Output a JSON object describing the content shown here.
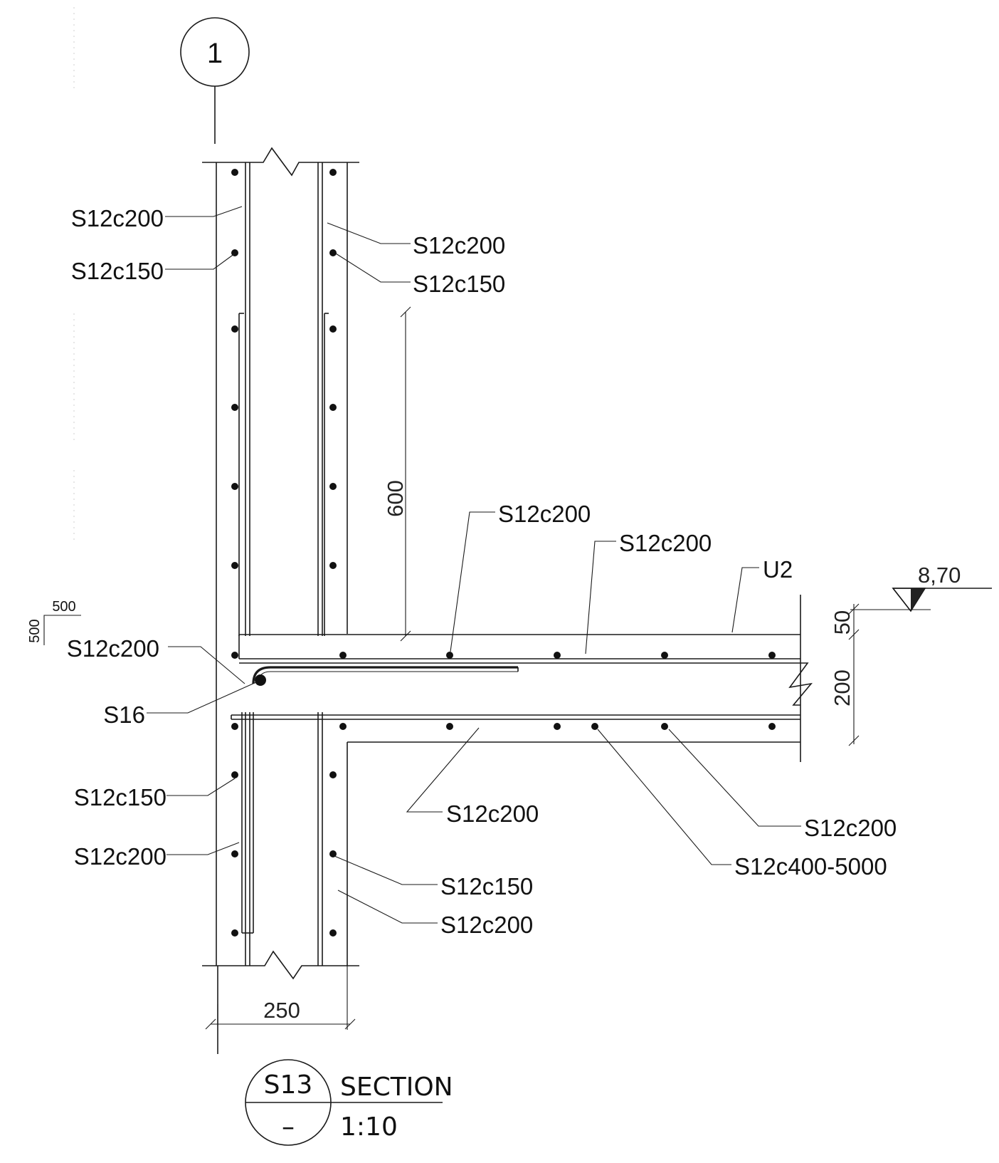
{
  "grid": {
    "id": "1"
  },
  "labels": {
    "wall_top_left_1": "S12c200",
    "wall_top_left_2": "S12c150",
    "wall_top_right_1": "S12c200",
    "wall_top_right_2": "S12c150",
    "slab_top_1": "S12c200",
    "slab_top_2": "S12c200",
    "slab_top_u2": "U2",
    "junction_left": "S12c200",
    "junction_bar": "S16",
    "wall_bottom_left_1": "S12c150",
    "wall_bottom_left_2": "S12c200",
    "slab_bottom_1": "S12c200",
    "slab_bottom_2": "S12c200",
    "slab_bottom_3": "S12c400-5000",
    "wall_bottom_right_1": "S12c150",
    "wall_bottom_right_2": "S12c200"
  },
  "dims": {
    "lap": "600",
    "screed": "50",
    "slab": "200",
    "wall": "250",
    "chamfer_h": "500",
    "chamfer_v": "500"
  },
  "level": {
    "value": "8,70"
  },
  "section": {
    "id": "S13",
    "sheet": "–",
    "title": "SECTION",
    "scale": "1:10"
  }
}
